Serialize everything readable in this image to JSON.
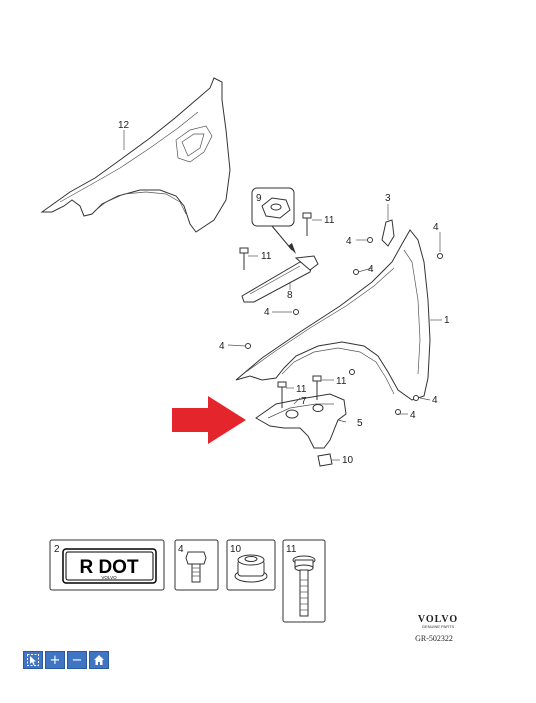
{
  "callouts": {
    "c1": "1",
    "c3": "3",
    "c4a": "4",
    "c4b": "4",
    "c4c": "4",
    "c4d": "4",
    "c4e": "4",
    "c4f": "4",
    "c4g": "4",
    "c5": "5",
    "c7": "7",
    "c8": "8",
    "c9": "9",
    "c10": "10",
    "c11a": "11",
    "c11b": "11",
    "c11c": "11",
    "c11d": "11",
    "c12": "12"
  },
  "legend": {
    "item2": {
      "number": "2",
      "plate_text": "R DOT",
      "plate_sub": "VOLVO"
    },
    "item4": {
      "number": "4"
    },
    "item10": {
      "number": "10"
    },
    "item11": {
      "number": "11"
    }
  },
  "brand": {
    "name": "VOLVO",
    "tagline": "GENUINE PARTS",
    "reference": "GR-502322"
  },
  "toolbar": {
    "zoom_in_glyph": "+",
    "zoom_out_glyph": "−"
  },
  "colors": {
    "arrow": "#e4262c",
    "toolbar": "#3f75c3"
  }
}
